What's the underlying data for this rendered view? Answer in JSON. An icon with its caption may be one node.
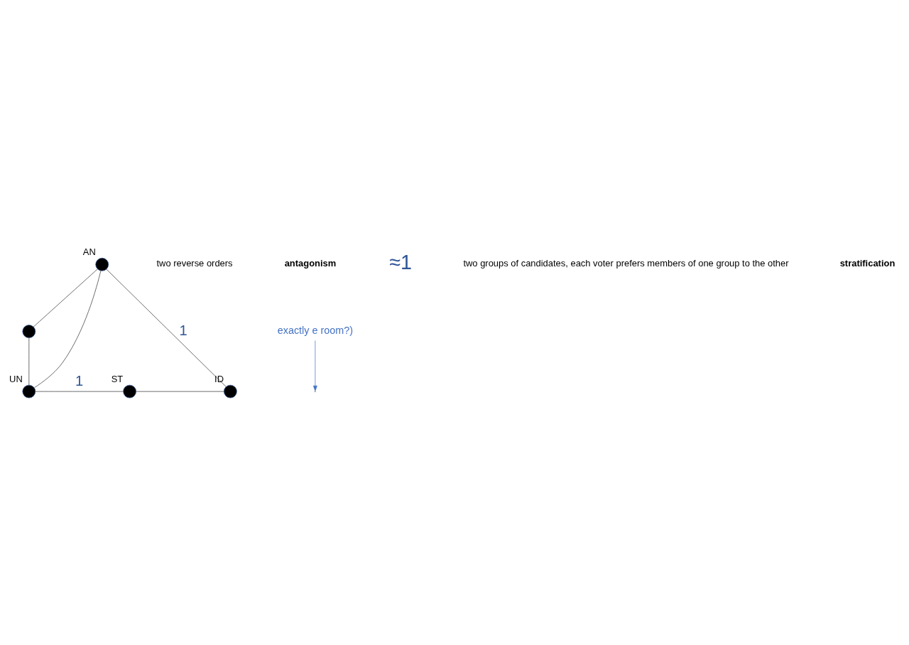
{
  "diagram": {
    "nodes": [
      {
        "text": [],
        "shape": "circle",
        "beside": [
          "AN"
        ]
      },
      {
        "text": [],
        "shape": "circle"
      },
      {
        "text": [],
        "shape": "circle",
        "beside": [
          "UN"
        ]
      },
      {
        "text": [],
        "shape": "circle",
        "beside": [
          "ST"
        ]
      },
      {
        "text": [],
        "shape": "circle",
        "beside": [
          "ID"
        ]
      },
      {
        "text": [
          "exactly e room?)"
        ]
      }
    ],
    "edges": [
      {
        "from": 0,
        "to": 1,
        "arrow": "none"
      },
      {
        "from": 1,
        "to": 2,
        "arrow": "none"
      },
      {
        "from": 0,
        "to": 2,
        "arrow": "none"
      },
      {
        "from": 0,
        "to": 4,
        "arrow": "none",
        "label": "1"
      },
      {
        "from": 2,
        "to": 3,
        "arrow": "none",
        "label": "1"
      },
      {
        "from": 3,
        "to": 4,
        "arrow": "none"
      },
      {
        "from": 5,
        "to": null,
        "arrow": "to",
        "color": "#4472c4"
      }
    ],
    "labels": [
      "two reverse orders",
      "antagonism",
      "≈1",
      "two groups of candidates, each voter prefers members of one group to the other",
      "stratification"
    ]
  }
}
